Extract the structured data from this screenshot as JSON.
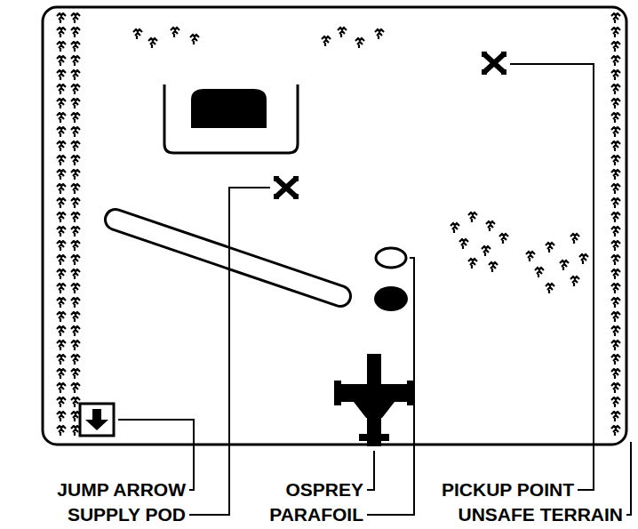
{
  "diagram": {
    "labels": [
      "JUMP ARROW",
      "OSPREY",
      "PICKUP POINT",
      "SUPPLY POD",
      "PARAFOIL",
      "UNSAFE TERRAIN"
    ]
  }
}
